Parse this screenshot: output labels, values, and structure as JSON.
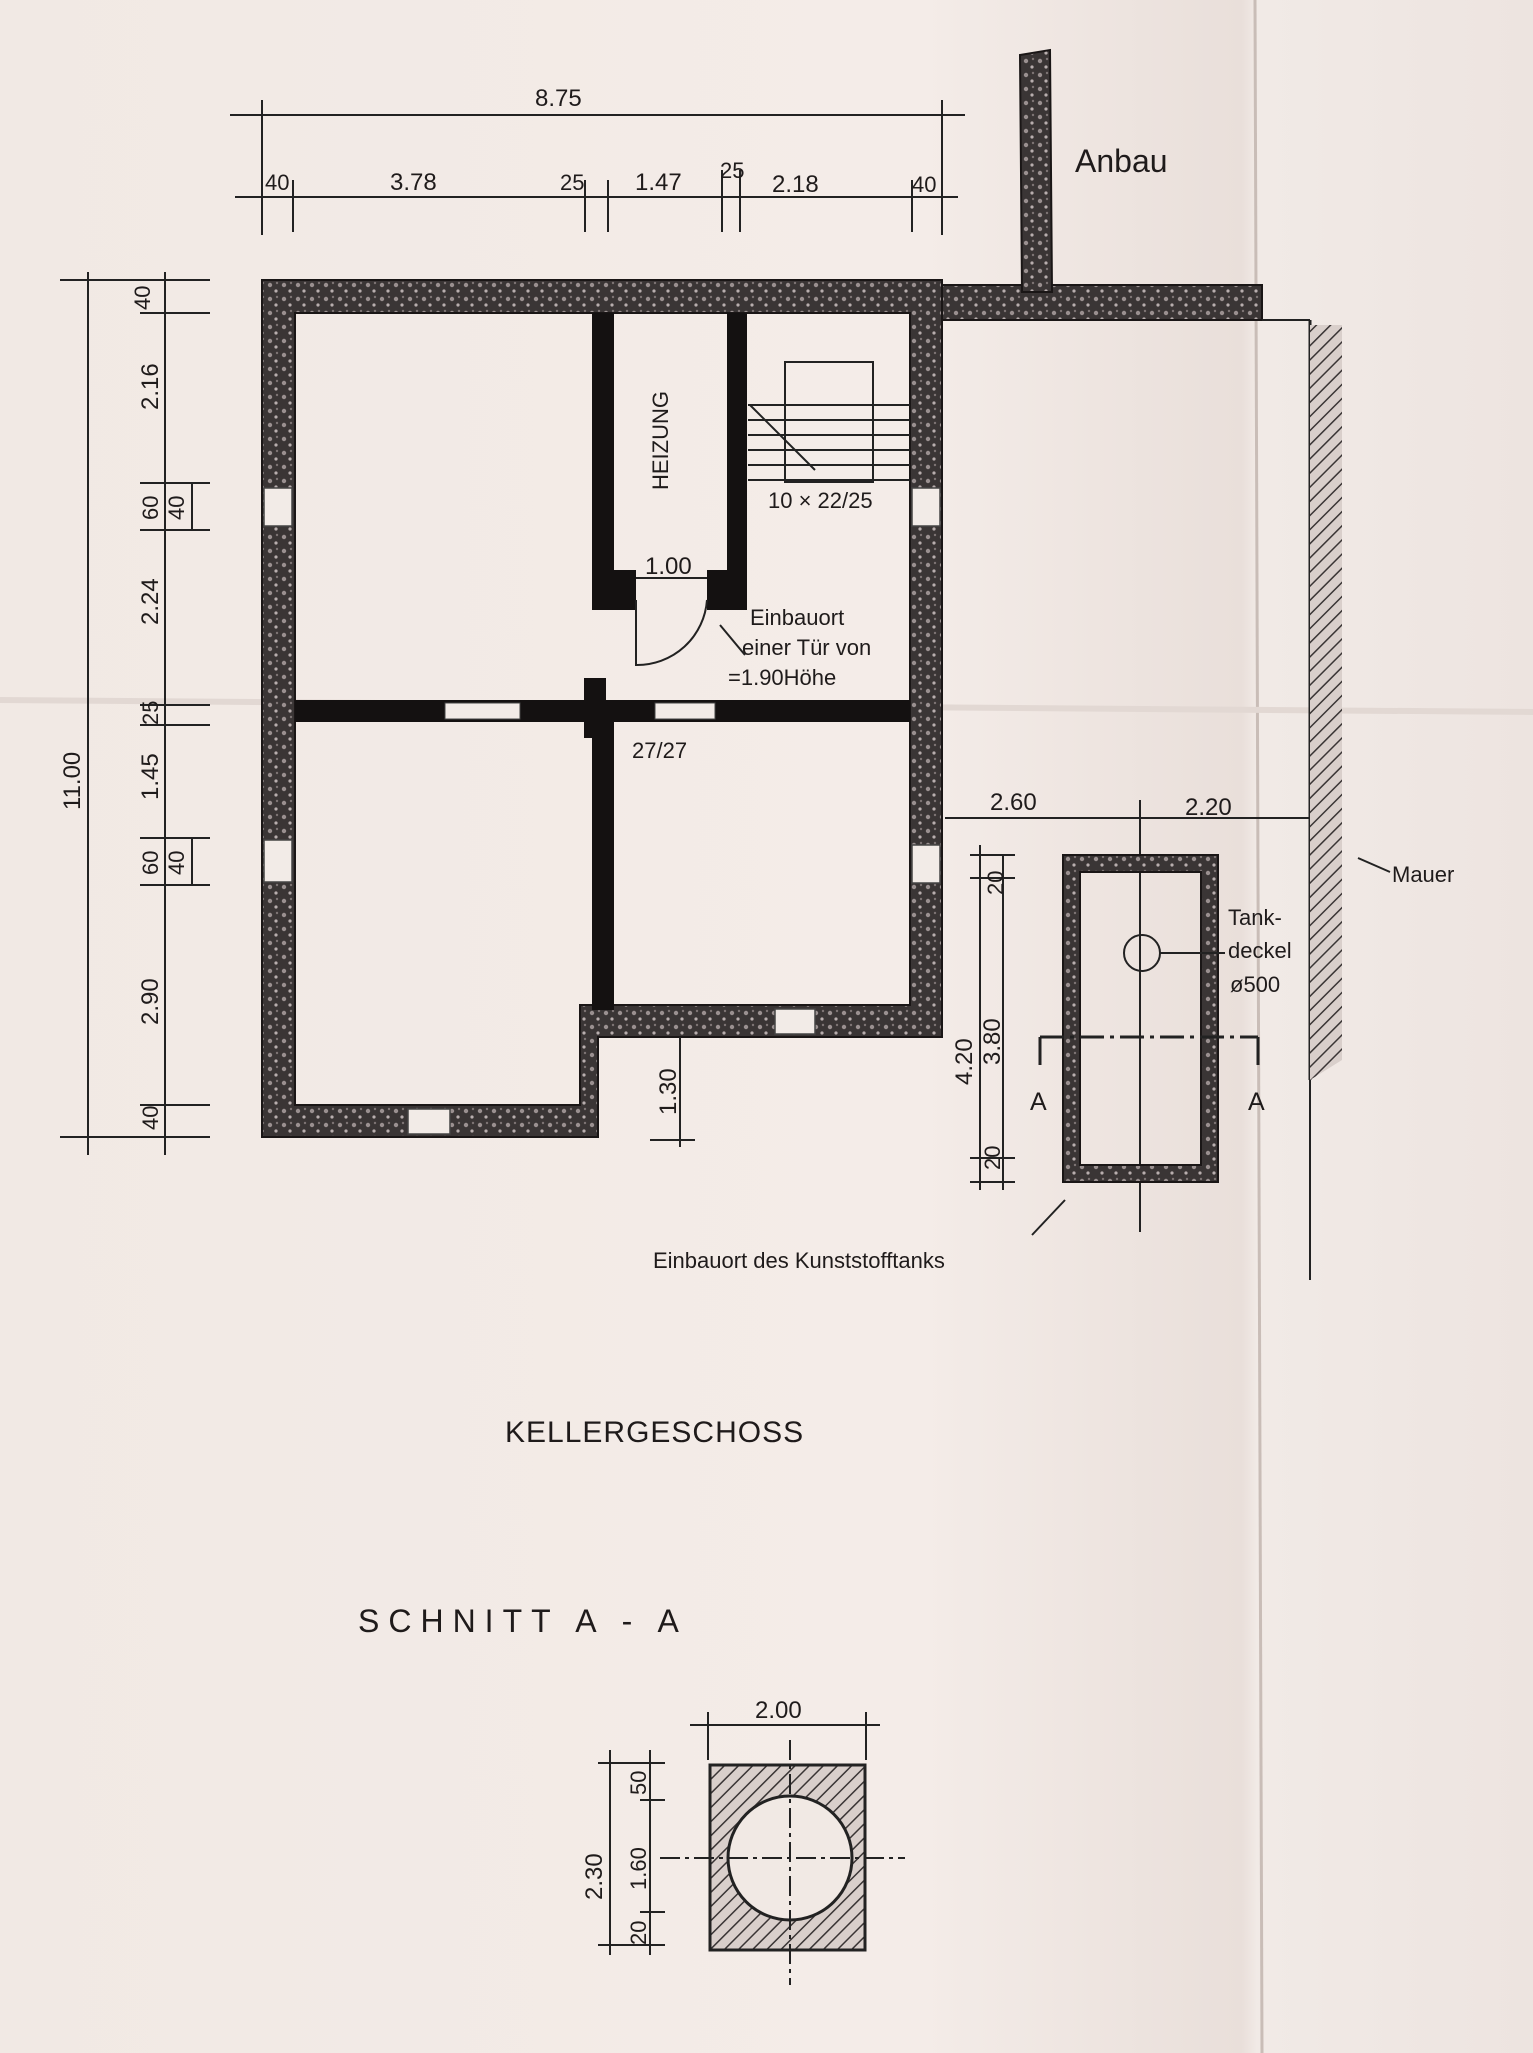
{
  "labels": {
    "anbau": "Anbau",
    "heizung": "HEIZUNG",
    "door_width": "1.00",
    "stair": "10 × 22/25",
    "door_note": [
      "Einbauort",
      "einer Tür von",
      "=1.90Höhe"
    ],
    "pillar": "27/27",
    "tank_lid": [
      "Tank-",
      "deckel",
      "ø500"
    ],
    "section_marker": "A",
    "mauer": "Mauer",
    "tank_location": "Einbauort des Kunststofftanks"
  },
  "titles": {
    "floor": "KELLERGESCHOSS",
    "section": "SCHNITT A - A"
  },
  "dimensions": {
    "total_width": "8.75",
    "top": [
      "40",
      "3.78",
      "25",
      "1.47",
      "25",
      "2.18",
      "40"
    ],
    "total_depth": "11.00",
    "left": [
      "40",
      "2.16",
      "60",
      "40",
      "2.24",
      "25",
      "1.45",
      "60",
      "40",
      "2.90",
      "40"
    ],
    "step": "1.30",
    "tank_offset": "2.60",
    "tank_wall_gap": "2.20",
    "tank_side": [
      "20",
      "4.20",
      "3.80",
      "20"
    ],
    "section": [
      "2.00",
      "2.30",
      "50",
      "1.60",
      "20"
    ]
  }
}
